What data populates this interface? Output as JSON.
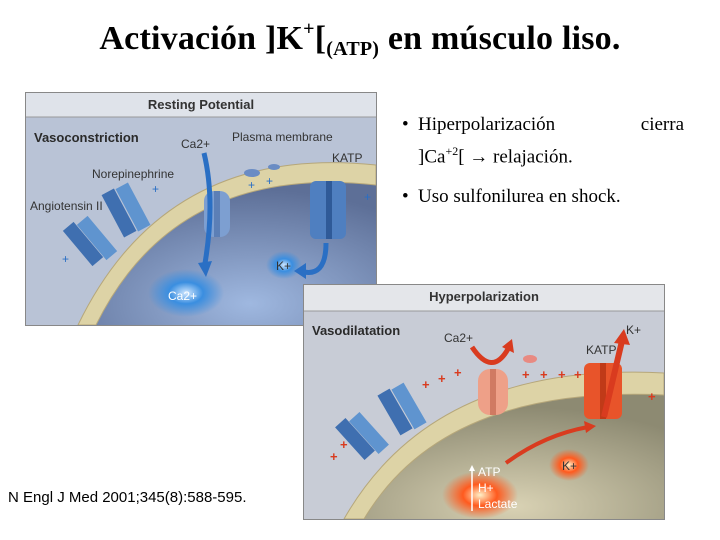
{
  "slide": {
    "title": {
      "main": "Activación ]K",
      "sup": "+",
      "bracket": "[",
      "sub": "(ATP)",
      "rest": " en músculo liso."
    },
    "bullets": [
      {
        "marker": "•",
        "line1_a": "Hiperpolarización",
        "line1_b": "cierra",
        "line2_a": "]Ca",
        "line2_sup": "+2",
        "line2_b": "[ → relajación."
      },
      {
        "marker": "•",
        "text": "Uso sulfonilurea en shock."
      }
    ],
    "citation": "N Engl J Med 2001;345(8):588-595."
  },
  "figure_top": {
    "header": "Resting Potential",
    "state": "Vasoconstriction",
    "labels": {
      "ca_top": "Ca2+",
      "plasma_membrane": "Plasma membrane",
      "katp": "KATP",
      "norepinephrine": "Norepinephrine",
      "angiotensin": "Angiotensin II",
      "k_ion": "K+",
      "ca_bottom": "Ca2+"
    },
    "colors": {
      "header_bg": "#dfe3ea",
      "panel_bg": "#b9c3d6",
      "membrane": "#ddd3a6",
      "channel": "#4f7fc0",
      "ion_glow": "#3a8ee0"
    }
  },
  "figure_bottom": {
    "header": "Hyperpolarization",
    "state": "Vasodilatation",
    "labels": {
      "ca_top": "Ca2+",
      "k_top": "K+",
      "katp": "KATP",
      "k_ion": "K+",
      "atp": "ATP",
      "h": "H+",
      "lactate": "Lactate"
    },
    "colors": {
      "header_bg": "#e4e6ea",
      "panel_bg": "#c8ccd6",
      "membrane": "#ddd3a6",
      "channel": "#e8542a",
      "ion_glow": "#ff5a1e"
    }
  }
}
